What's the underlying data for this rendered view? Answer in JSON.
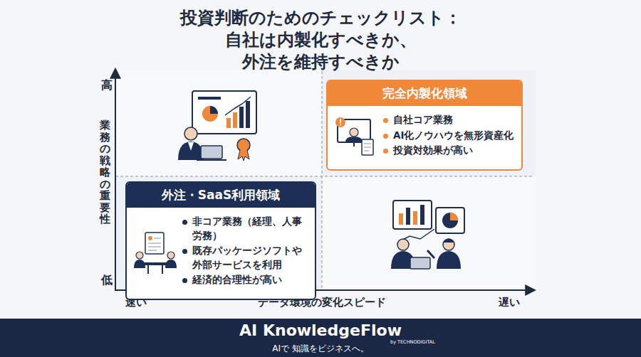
{
  "diagram": {
    "title": "投資判断のためのチェックリスト： 自社は内製化すべきか、外注を維持すべきか",
    "nodes": [
      {
        "text": [
          "完全内製化領域",
          "自社コア業務",
          "AI化ノウハウを無形資産化",
          "投資対効果が高い"
        ]
      },
      {
        "text": [
          "外注・SaaS利用領域",
          "非コア業務（経理、人事労務）",
          "既存パッケージソフトや外部サービスを利用",
          "経済的合理性が高い"
        ]
      }
    ],
    "labels": [
      "高",
      "低",
      "業務の戦略の重要性",
      "速い",
      "データ環境の変化スピード",
      "遅い",
      "AI KnowledgeFlow",
      "by TECHNODIGITAL",
      "AIで 知識をビジネスへ。"
    ]
  }
}
